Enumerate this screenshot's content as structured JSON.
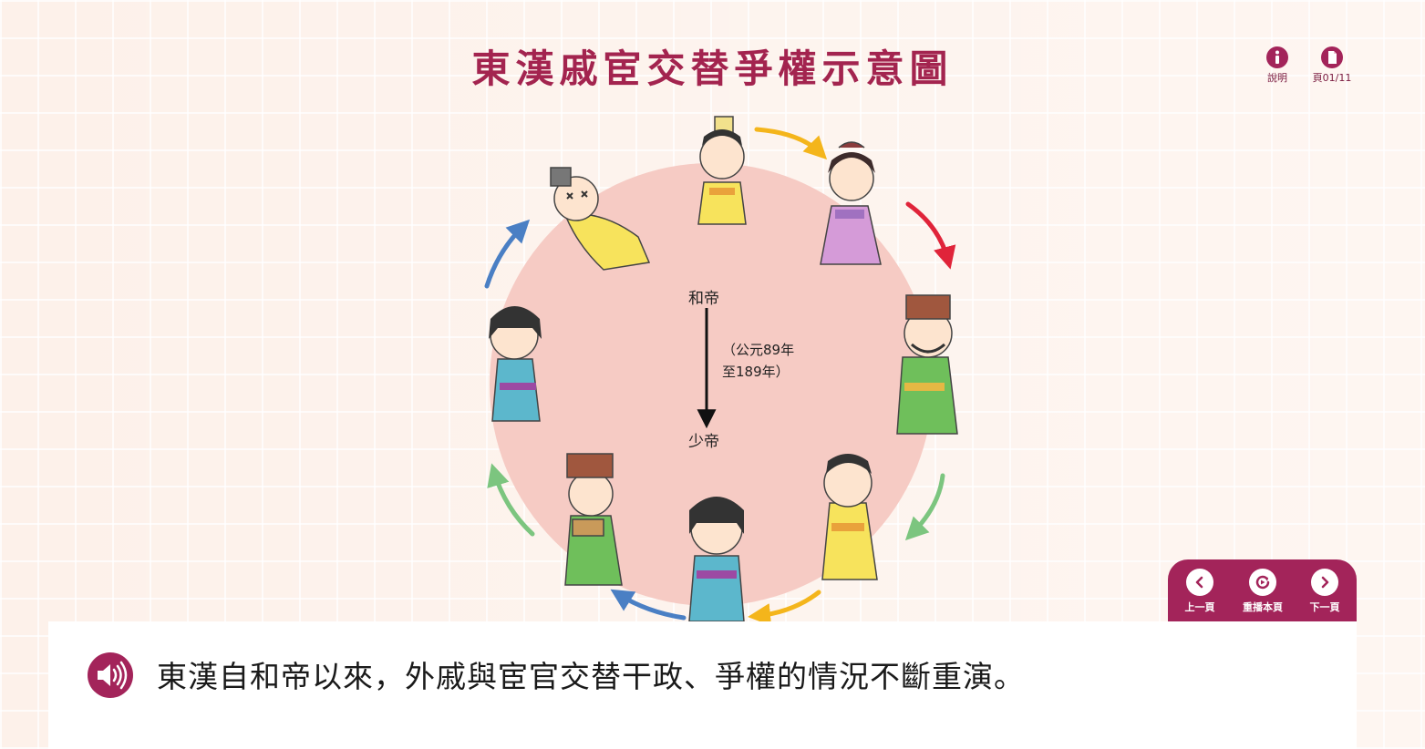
{
  "title": "東漢戚宦交替爭權示意圖",
  "topbar": {
    "info_label": "說明",
    "page_label": "頁01/11"
  },
  "diagram": {
    "top_label": "和帝",
    "bottom_label": "少帝",
    "years_line1": "（公元89年",
    "years_line2": "至189年）"
  },
  "nav": {
    "prev_label": "上一頁",
    "replay_label": "重播本頁",
    "next_label": "下一頁"
  },
  "caption": {
    "text": "東漢自和帝以來，外戚與宦官交替干政、爭權的情況不斷重演。"
  },
  "colors": {
    "accent": "#a3245a",
    "circle": "#f6cbc4",
    "arrow_yellow": "#f4b51b",
    "arrow_red": "#e0243a",
    "arrow_green": "#7cc57f",
    "arrow_blue": "#4a7fc4"
  },
  "characters": [
    {
      "role": "emperor"
    },
    {
      "role": "empress"
    },
    {
      "role": "consort-kin"
    },
    {
      "role": "emperor"
    },
    {
      "role": "eunuch"
    },
    {
      "role": "consort-kin"
    },
    {
      "role": "eunuch"
    },
    {
      "role": "emperor-dead"
    }
  ]
}
